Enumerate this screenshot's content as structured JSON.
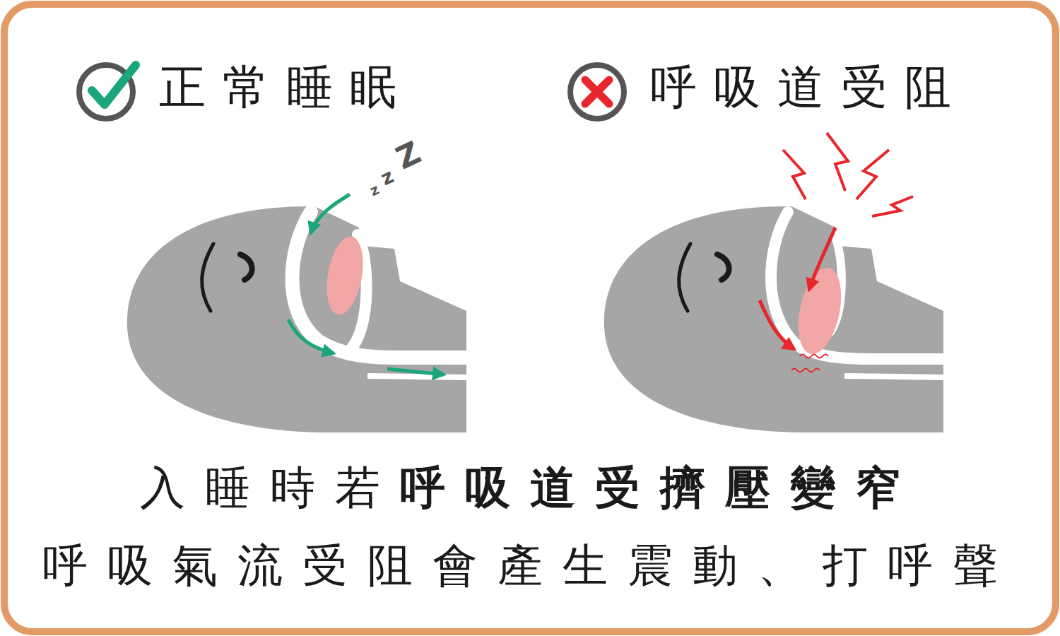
{
  "diagram": {
    "labels": [
      "正常睡眠",
      "呼吸道受阻",
      "Z",
      "z",
      "z",
      "入睡時若",
      "呼吸道受擠壓變窄",
      "呼吸氣流受阻會產生震動、打呼聲"
    ]
  }
}
